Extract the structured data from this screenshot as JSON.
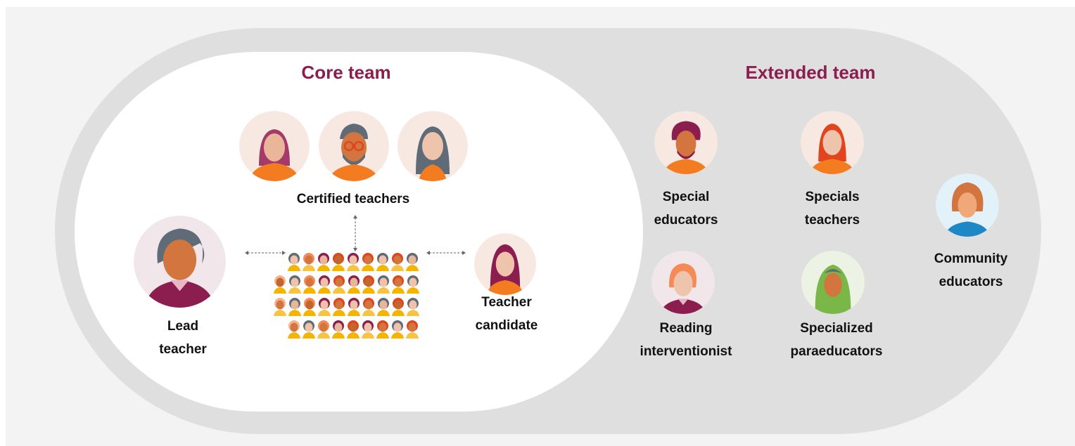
{
  "core_team": {
    "title": "Core team",
    "certified_teachers_label": "Certified teachers",
    "lead_teacher_label_line1": "Lead",
    "lead_teacher_label_line2": "teacher",
    "teacher_candidate_label_line1": "Teacher",
    "teacher_candidate_label_line2": "candidate"
  },
  "extended_team": {
    "title": "Extended team",
    "special_educators_line1": "Special",
    "special_educators_line2": "educators",
    "specials_teachers_line1": "Specials",
    "specials_teachers_line2": "teachers",
    "community_educators_line1": "Community",
    "community_educators_line2": "educators",
    "reading_interventionist_line1": "Reading",
    "reading_interventionist_line2": "interventionist",
    "specialized_paraeducators_line1": "Specialized",
    "specialized_paraeducators_line2": "paraeducators"
  },
  "colors": {
    "heading": "#8b1e4e",
    "outer_pill": "#dfdfe0",
    "core_area": "#ffffff",
    "orange": "#f47c20",
    "maroon": "#8b1e4e"
  }
}
